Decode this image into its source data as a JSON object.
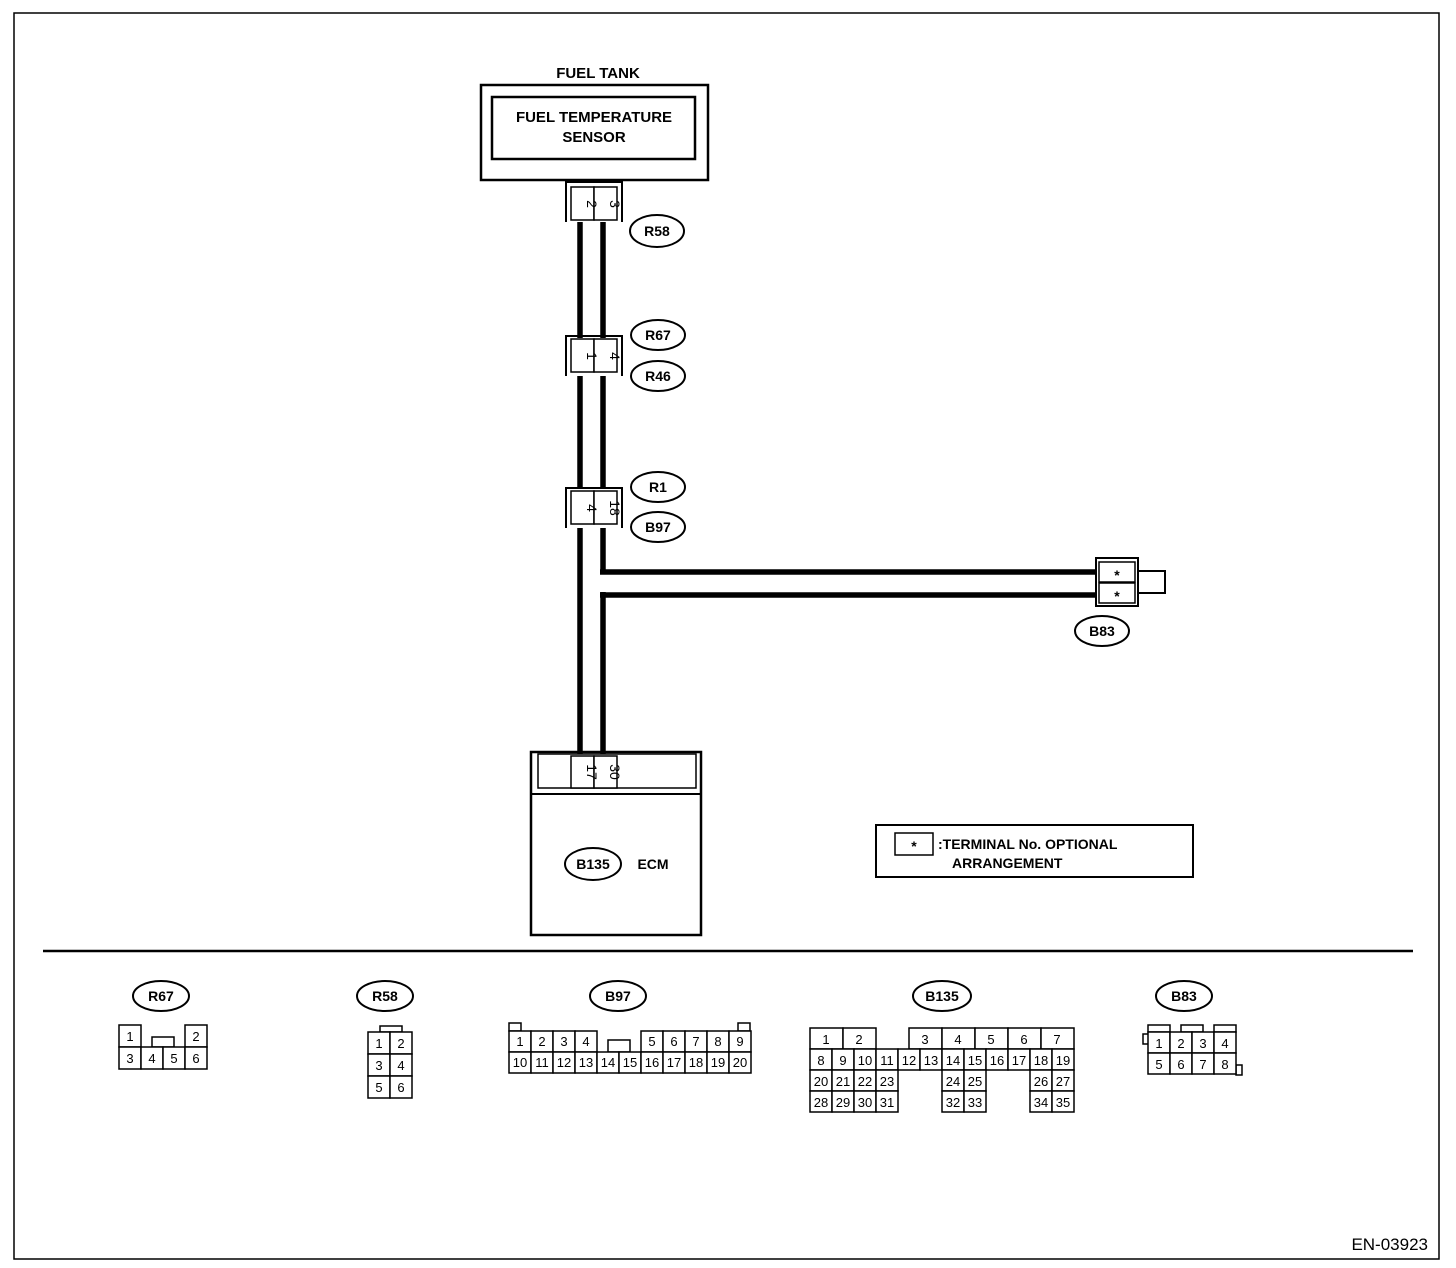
{
  "fuel_tank_label": "FUEL TANK",
  "sensor": {
    "line1": "FUEL TEMPERATURE",
    "line2": "SENSOR"
  },
  "connectors": {
    "sensor_conn": {
      "pins": [
        "2",
        "3"
      ],
      "tag": "R58"
    },
    "mid_conn": {
      "pins": [
        "1",
        "4"
      ],
      "tags": [
        "R67",
        "R46"
      ]
    },
    "low_conn": {
      "pins": [
        "4",
        "18"
      ],
      "tags": [
        "R1",
        "B97"
      ]
    },
    "side_conn": {
      "pins": [
        "*",
        "*"
      ],
      "tag": "B83"
    },
    "ecm_conn": {
      "pins": [
        "17",
        "30"
      ]
    }
  },
  "ecm": {
    "tag": "B135",
    "label": "ECM"
  },
  "legend": {
    "symbol": "*",
    "line1": ":TERMINAL No. OPTIONAL",
    "line2": "ARRANGEMENT"
  },
  "connector_views": {
    "R67": {
      "tag": "R67",
      "row1": [
        "1",
        "2"
      ],
      "row2": [
        "3",
        "4",
        "5",
        "6"
      ]
    },
    "R58": {
      "tag": "R58",
      "rows": [
        [
          "1",
          "2"
        ],
        [
          "3",
          "4"
        ],
        [
          "5",
          "6"
        ]
      ]
    },
    "B97": {
      "tag": "B97",
      "row1": [
        "1",
        "2",
        "3",
        "4",
        "5",
        "6",
        "7",
        "8",
        "9"
      ],
      "row2": [
        "10",
        "11",
        "12",
        "13",
        "14",
        "15",
        "16",
        "17",
        "18",
        "19",
        "20"
      ]
    },
    "B135": {
      "tag": "B135",
      "row1": [
        "1",
        "2",
        "3",
        "4",
        "5",
        "6",
        "7"
      ],
      "row2": [
        "8",
        "9",
        "10",
        "11",
        "12",
        "13",
        "14",
        "15",
        "16",
        "17",
        "18",
        "19"
      ],
      "row3": [
        "20",
        "21",
        "22",
        "23",
        "24",
        "25",
        "26",
        "27"
      ],
      "row4": [
        "28",
        "29",
        "30",
        "31",
        "32",
        "33",
        "34",
        "35"
      ]
    },
    "B83": {
      "tag": "B83",
      "row1": [
        "1",
        "2",
        "3",
        "4"
      ],
      "row2": [
        "5",
        "6",
        "7",
        "8"
      ]
    }
  },
  "figure_code": "EN-03923"
}
